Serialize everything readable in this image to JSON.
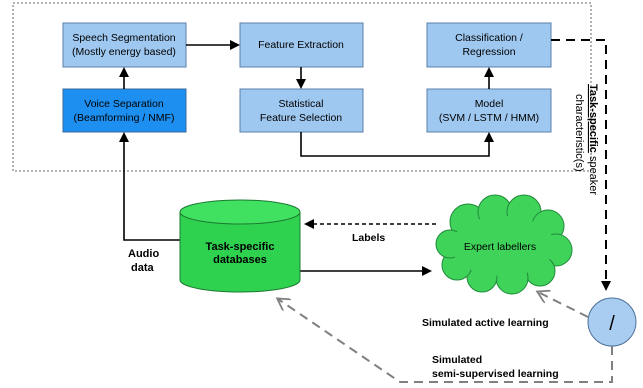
{
  "boxes": {
    "speech_seg_line1": "Speech Segmentation",
    "speech_seg_line2": "(Mostly energy based)",
    "feature_extraction": "Feature Extraction",
    "classification_line1": "Classification /",
    "classification_line2": "Regression",
    "voice_sep_line1": "Voice Separation",
    "voice_sep_line2": "(Beamforming / NMF)",
    "stat_line1": "Statistical",
    "stat_line2": "Feature Selection",
    "model_line1": "Model",
    "model_line2": "(SVM / LSTM / HMM)"
  },
  "database": {
    "line1": "Task-specific",
    "line2": "databases"
  },
  "cloud_label": "Expert labellers",
  "labels": {
    "audio_line1": "Audio",
    "audio_line2": "data",
    "labels_text": "Labels",
    "active_learning": "Simulated active learning",
    "semi_line1": "Simulated",
    "semi_line2": "semi-supervised learning",
    "circle_symbol": "/",
    "vertical_bold": "Task-specific",
    "vertical_rest": " speaker",
    "vertical_line2": "characteristic(s)"
  },
  "colors": {
    "box_fill": "#9fc8f0",
    "box_fill_dark": "#1c8ff0",
    "box_stroke": "#5a7fa8",
    "db_fill": "#2ed24f",
    "cloud_fill": "#3fd35a",
    "circle_fill": "#a9cdf0",
    "gray_dash": "#808080"
  }
}
